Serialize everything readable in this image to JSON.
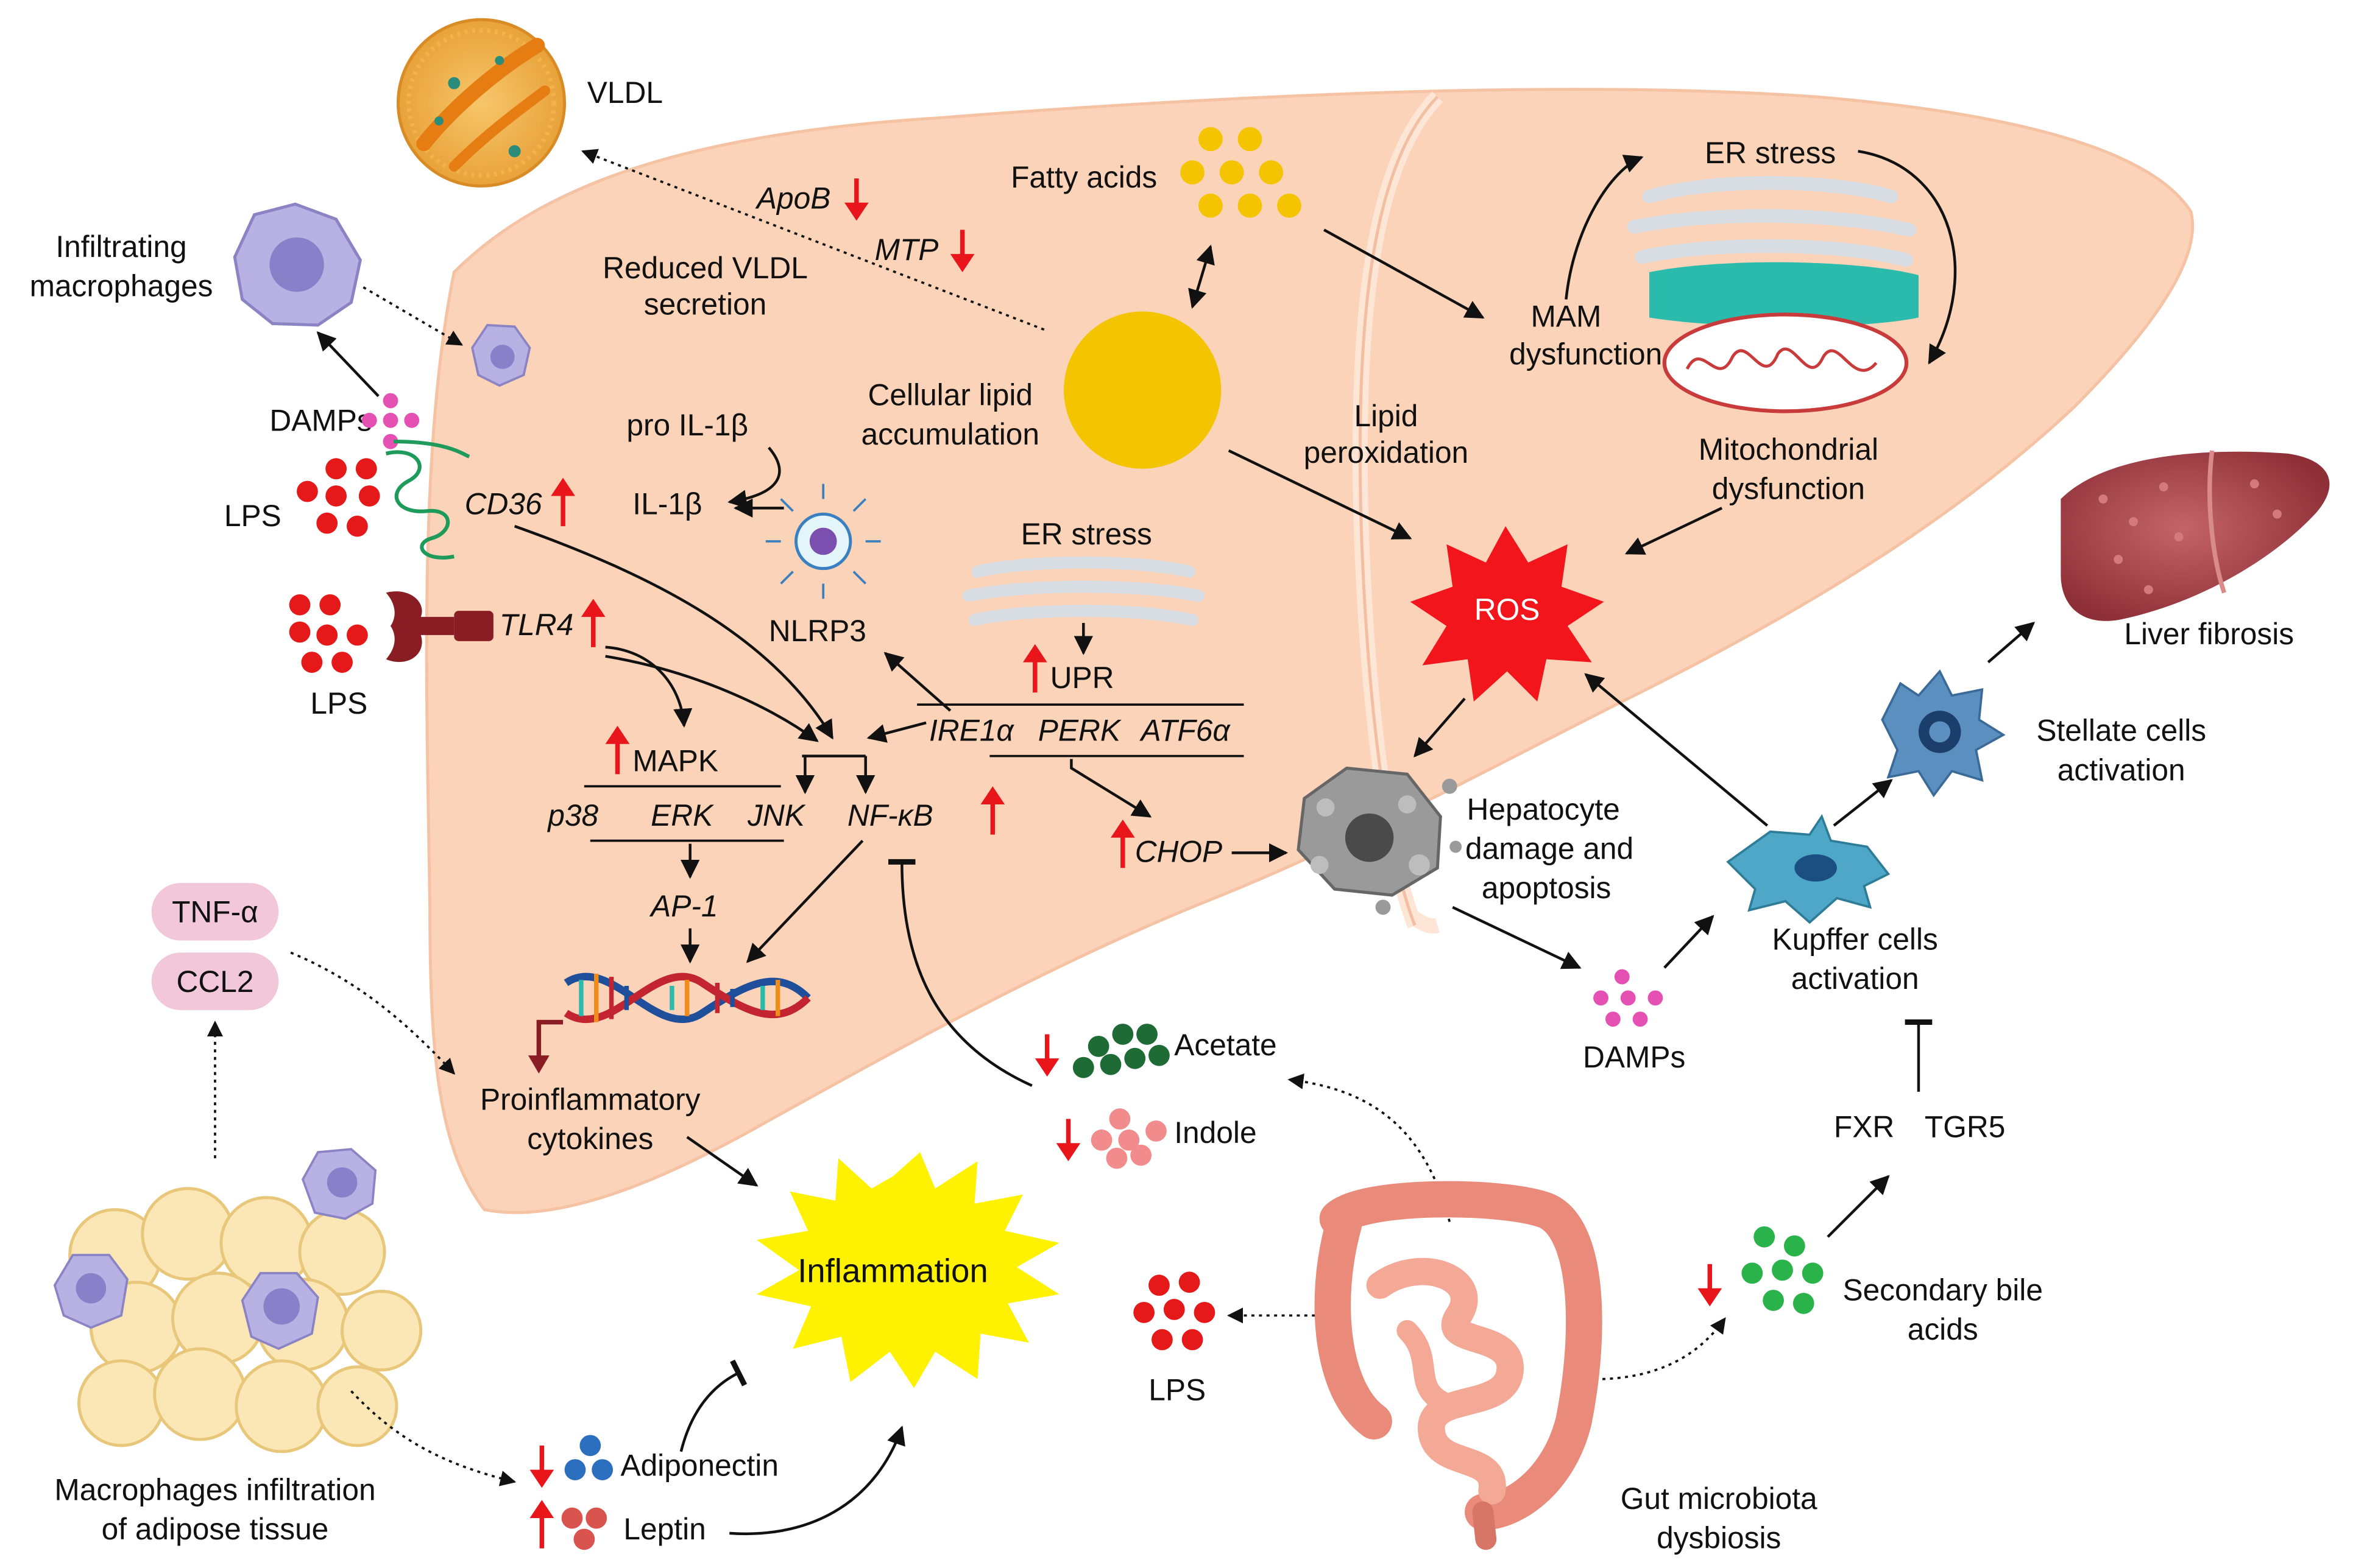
{
  "labels": {
    "vldl": "VLDL",
    "infiltrating_line1": "Infiltrating",
    "infiltrating_line2": "macrophages",
    "apob": "ApoB",
    "mtp": "MTP",
    "reduced_vldl_line1": "Reduced VLDL",
    "reduced_vldl_line2": "secretion",
    "fatty_acids": "Fatty acids",
    "er_stress_top": "ER stress",
    "mam_line1": "MAM",
    "mam_line2": "dysfunction",
    "damps_left": "DAMPs",
    "lps_left1": "LPS",
    "lps_left2": "LPS",
    "cd36": "CD36",
    "tlr4": "TLR4",
    "pro_il1b": "pro IL-1β",
    "il1b": "IL-1β",
    "cellular_line1": "Cellular lipid",
    "cellular_line2": "accumulation",
    "lipid_line1": "Lipid",
    "lipid_line2": "peroxidation",
    "mito_line1": "Mitochondrial",
    "mito_line2": "dysfunction",
    "er_stress_mid": "ER stress",
    "nlrp3": "NLRP3",
    "upr": "UPR",
    "ire1a": "IRE1α",
    "perk": "PERK",
    "atf6a": "ATF6α",
    "ros": "ROS",
    "liver_fibrosis": "Liver fibrosis",
    "mapk": "MAPK",
    "p38": "p38",
    "erk": "ERK",
    "jnk": "JNK",
    "nfkb": "NF-κB",
    "chop": "CHOP",
    "ap1": "AP-1",
    "hepato_line1": "Hepatocyte",
    "hepato_line2": "damage and",
    "hepato_line3": "apoptosis",
    "stellate_line1": "Stellate cells",
    "stellate_line2": "activation",
    "tnfa": "TNF-α",
    "ccl2": "CCL2",
    "proinf_line1": "Proinflammatory",
    "proinf_line2": "cytokines",
    "acetate": "Acetate",
    "indole": "Indole",
    "damps_right": "DAMPs",
    "kupffer_line1": "Kupffer cells",
    "kupffer_line2": "activation",
    "fxr": "FXR",
    "tgr5": "TGR5",
    "inflammation": "Inflammation",
    "lps_bottom": "LPS",
    "secondary_line1": "Secondary bile",
    "secondary_line2": "acids",
    "adiponectin": "Adiponectin",
    "leptin": "Leptin",
    "macro_adipose_line1": "Macrophages infiltration",
    "macro_adipose_line2": "of adipose tissue",
    "gut_line1": "Gut microbiota",
    "gut_line2": "dysbiosis"
  },
  "colors": {
    "liver": "#fbd3b8",
    "up_down_arrow": "#e8161b",
    "ros": "#f2161c",
    "inflammation": "#fff200",
    "lipid_droplet": "#f5c400",
    "fatty_acid": "#f5c400",
    "damps": "#e551b2",
    "lps": "#e51919",
    "acetate": "#1e6b35",
    "indole": "#f28c8c",
    "secondary_bile": "#2ab24b",
    "adiponectin": "#2d6fbf",
    "leptin": "#d9534f",
    "cytokine_pill": "#f2c7d9",
    "macrophage": "#a9a3d9",
    "mam_band": "#2bbbad",
    "stellate": "#5b8fc0",
    "kupffer": "#4ea7c7"
  }
}
